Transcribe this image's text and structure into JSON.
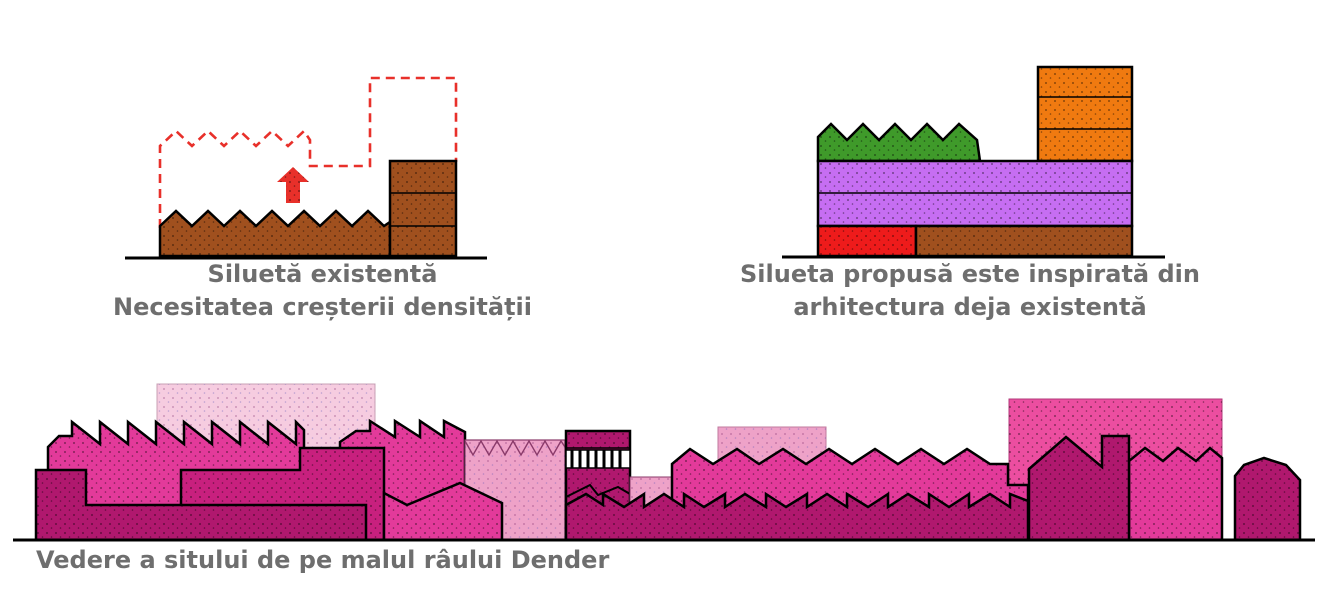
{
  "captions": {
    "existing": {
      "line1": "Siluetă existentă",
      "line2": "Necesitatea creșterii densității"
    },
    "proposed": {
      "line1": "Silueta propusă este inspirată din",
      "line2": "arhitectura deja existentă"
    },
    "riverside": "Vedere a sitului de pe malul râului Dender"
  },
  "colors": {
    "brown": "#a0501e",
    "green": "#3f9a2a",
    "violet": "#c66ef2",
    "orange": "#f07a10",
    "red": "#ee1b1b",
    "dashed_outline": "#e8302a",
    "magenta_dark": "#b0186e",
    "magenta": "#e33a9a",
    "pink_light": "#eea2c8",
    "pink_pale": "#f6cce0",
    "text_grey": "#6e6e6e"
  }
}
